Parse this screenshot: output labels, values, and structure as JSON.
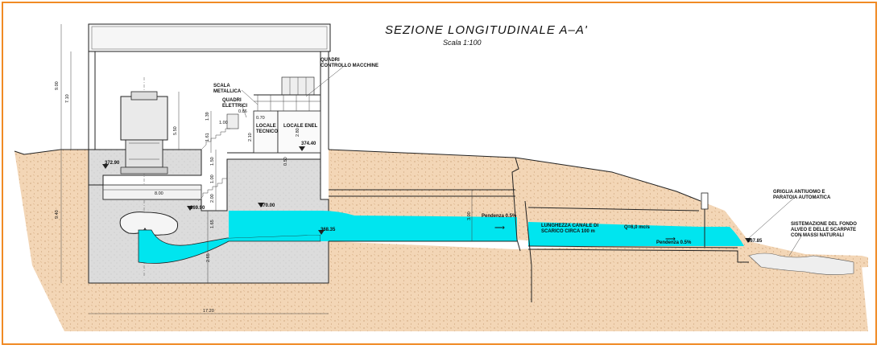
{
  "title": "SEZIONE LONGITUDINALE A–A'",
  "scale": "Scala 1:100",
  "colors": {
    "frame": "#f08a24",
    "water": "#00e5ef",
    "soil": "#f3d6b6",
    "concrete": "#dcdcdc",
    "soil_hatch": "#c79a6a"
  },
  "labels": {
    "quadri_controllo": "QUADRI\nCONTROLLO MACCHINE",
    "scala_metallica": "SCALA\nMETALLICA",
    "quadri_elettrici": "QUADRI\nELETTRICI",
    "locale_tecnico": "LOCALE\nTECNICO",
    "locale_enel": "LOCALE ENEL",
    "lunghezza": "LUNGHEZZA CANALE DI\nSCARICO CIRCA 100 m",
    "portata": "Q=6,0 mc/s",
    "pendenza_1": "Pendenza 0.5%",
    "pendenza_2": "Pendenza 0.5%",
    "griglia": "GRIGLIA ANTIUOMO E\nPARATOIA AUTOMATICA",
    "sistemazione": "SISTEMAZIONE DEL FONDO\nALVEO E DELLE SCARPATE\nCON MASSI NATURALI"
  },
  "levels": {
    "l_374_40": "374.40",
    "l_372_90": "372.90",
    "l_370_00": "370.00",
    "l_369_90": "369.90",
    "l_368_35": "368.35",
    "l_367_85": "367.85"
  },
  "dims": {
    "d_9_00": "9.00",
    "d_7_10": "7.10",
    "d_9_40": "9.40",
    "d_5_50": "5.50",
    "d_1_39": "1.39",
    "d_1_61": "1.61",
    "d_1_00_a": "1.00",
    "d_0_86": "0.86",
    "d_0_70": "0.70",
    "d_2_10": "2.10",
    "d_2_80": "2.80",
    "d_0_50": "0.50",
    "d_1_50": "1.50",
    "d_1_00_b": "1.00",
    "d_2_00": "2.00",
    "d_1_65": "1.65",
    "d_2_65": "2.65",
    "d_8_00": "8.00",
    "d_3_00": "3.00",
    "d_17_20": "17.20"
  }
}
